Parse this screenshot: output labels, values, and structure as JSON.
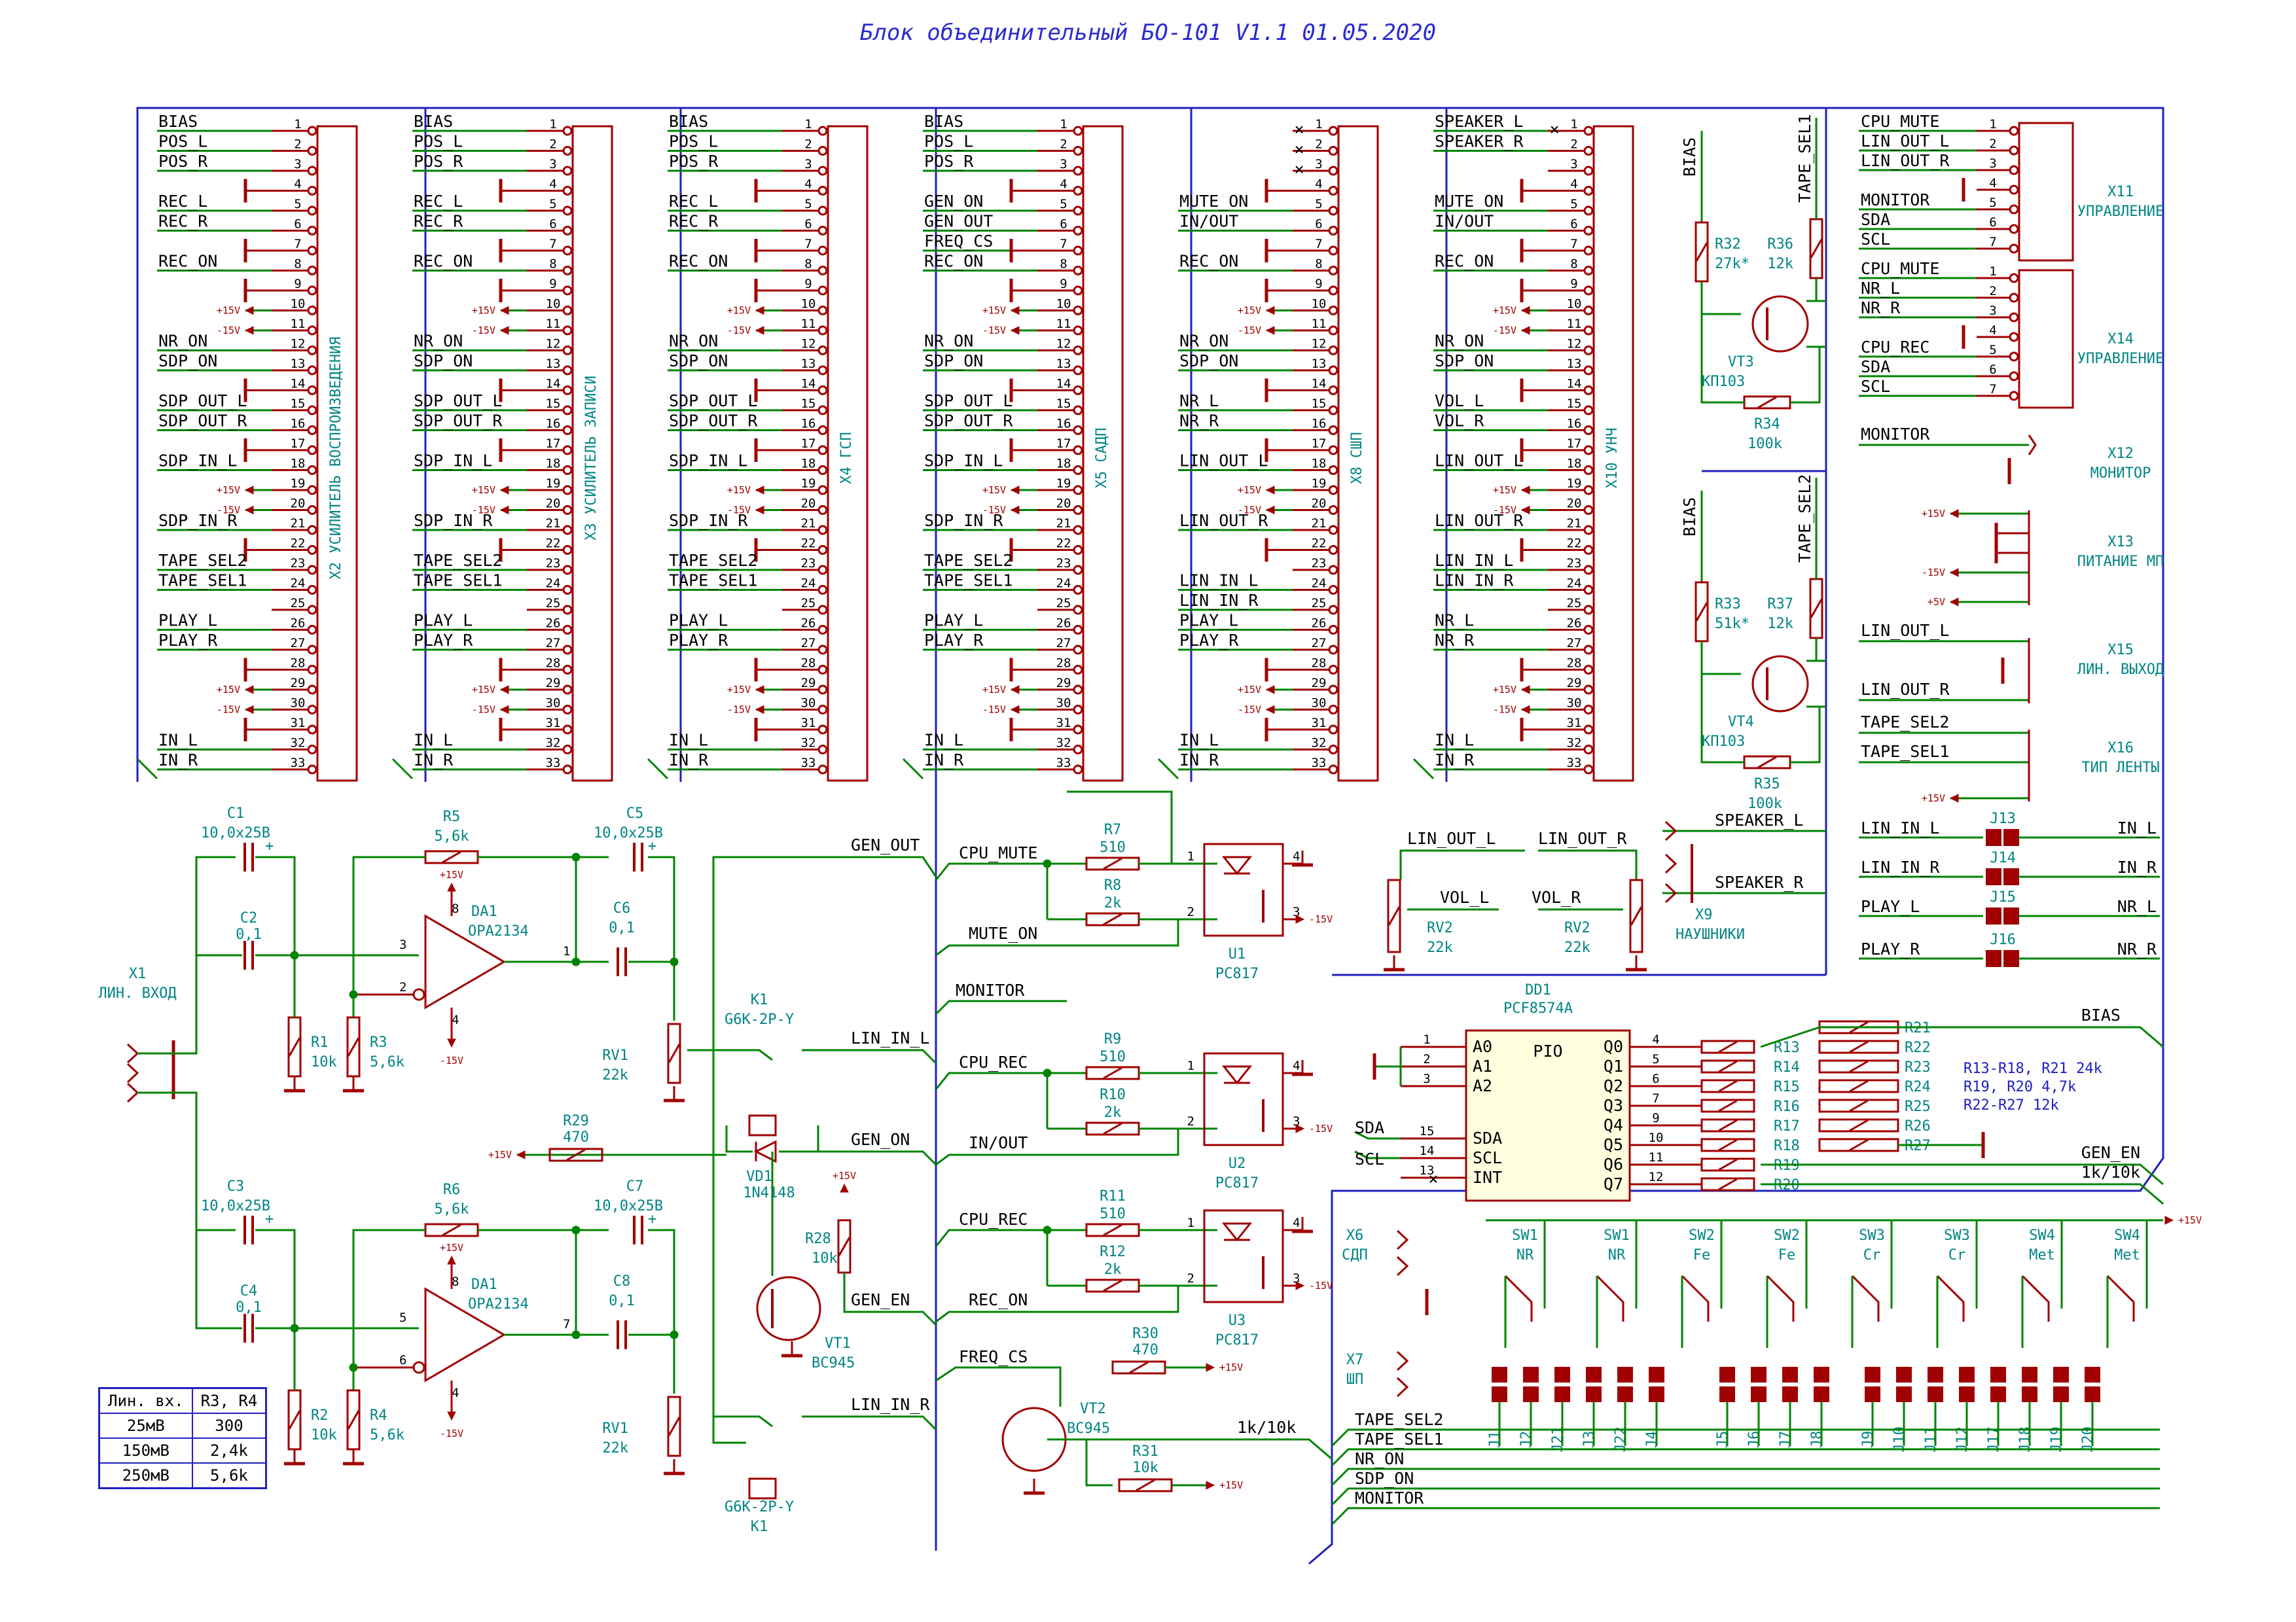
{
  "title": "Блок объединительный БО-101 V1.1 01.05.2020",
  "colors": {
    "wire": "#008400",
    "bus": "#2020c0",
    "part": "#a00000",
    "ref": "#008484",
    "text": "#000000"
  },
  "connectors": [
    {
      "ref": "X2",
      "name": "УСИЛИТЕЛЬ ВОСПРОИЗВЕДЕНИЯ",
      "pins": {
        "1": "BIAS",
        "2": "POS_L",
        "3": "POS_R",
        "5": "REC_L",
        "6": "REC_R",
        "8": "REC_ON",
        "12": "NR_ON",
        "13": "SDP_ON",
        "15": "SDP_OUT_L",
        "16": "SDP_OUT_R",
        "18": "SDP_IN_L",
        "21": "SDP_IN_R",
        "23": "TAPE_SEL2",
        "24": "TAPE_SEL1",
        "26": "PLAY_L",
        "27": "PLAY_R",
        "32": "IN_L",
        "33": "IN_R"
      }
    },
    {
      "ref": "X3",
      "name": "УСИЛИТЕЛЬ ЗАПИСИ",
      "pins": {
        "1": "BIAS",
        "2": "POS_L",
        "3": "POS_R",
        "5": "REC_L",
        "6": "REC_R",
        "8": "REC_ON",
        "12": "NR_ON",
        "13": "SDP_ON",
        "15": "SDP_OUT_L",
        "16": "SDP_OUT_R",
        "18": "SDP_IN_L",
        "21": "SDP_IN_R",
        "23": "TAPE_SEL2",
        "24": "TAPE_SEL1",
        "26": "PLAY_L",
        "27": "PLAY_R",
        "32": "IN_L",
        "33": "IN_R"
      }
    },
    {
      "ref": "X4",
      "name": "ГСП",
      "pins": {
        "1": "BIAS",
        "2": "POS_L",
        "3": "POS_R",
        "5": "REC_L",
        "6": "REC_R",
        "8": "REC_ON",
        "12": "NR_ON",
        "13": "SDP_ON",
        "15": "SDP_OUT_L",
        "16": "SDP_OUT_R",
        "18": "SDP_IN_L",
        "21": "SDP_IN_R",
        "23": "TAPE_SEL2",
        "24": "TAPE_SEL1",
        "26": "PLAY_L",
        "27": "PLAY_R",
        "32": "IN_L",
        "33": "IN_R"
      }
    },
    {
      "ref": "X5",
      "name": "САДП",
      "pins": {
        "1": "BIAS",
        "2": "POS_L",
        "3": "POS_R",
        "5": "GEN_ON",
        "6": "GEN_OUT",
        "7": "FREQ_CS",
        "8": "REC_ON",
        "12": "NR_ON",
        "13": "SDP_ON",
        "15": "SDP_OUT_L",
        "16": "SDP_OUT_R",
        "18": "SDP_IN_L",
        "21": "SDP_IN_R",
        "23": "TAPE_SEL2",
        "24": "TAPE_SEL1",
        "26": "PLAY_L",
        "27": "PLAY_R",
        "32": "IN_L",
        "33": "IN_R"
      }
    },
    {
      "ref": "X8",
      "name": "СШП",
      "pins": {
        "5": "MUTE_ON",
        "6": "IN/OUT",
        "8": "REC_ON",
        "12": "NR_ON",
        "13": "SDP_ON",
        "15": "NR_L",
        "16": "NR_R",
        "18": "LIN_OUT_L",
        "21": "LIN_OUT_R",
        "24": "LIN_IN_L",
        "25": "LIN_IN_R",
        "26": "PLAY_L",
        "27": "PLAY_R",
        "32": "IN_L",
        "33": "IN_R"
      }
    },
    {
      "ref": "X10",
      "name": "УНЧ",
      "pins": {
        "1": "SPEAKER_L",
        "2": "SPEAKER_R",
        "5": "MUTE_ON",
        "6": "IN/OUT",
        "8": "REC_ON",
        "12": "NR_ON",
        "13": "SDP_ON",
        "15": "VOL_L",
        "16": "VOL_R",
        "18": "LIN_OUT_L",
        "21": "LIN_OUT_R",
        "23": "LIN_IN_L",
        "24": "LIN_IN_R",
        "26": "NR_L",
        "27": "NR_R",
        "32": "IN_L",
        "33": "IN_R"
      }
    }
  ],
  "right_connectors": [
    {
      "ref": "X11",
      "name": "УПРАВЛЕНИЕ",
      "pins": [
        "CPU_MUTE",
        "LIN_OUT_L",
        "LIN_OUT_R",
        "",
        "MONITOR",
        "SDA",
        "SCL"
      ]
    },
    {
      "ref": "X14",
      "name": "УПРАВЛЕНИЕ",
      "pins": [
        "CPU_MUTE",
        "NR_L",
        "NR_R",
        "",
        "CPU_REC",
        "SDA",
        "SCL"
      ]
    },
    {
      "ref": "X12",
      "name": "МОНИТОР",
      "label": "MONITOR"
    },
    {
      "ref": "X13",
      "name": "ПИТАНИЕ МП"
    },
    {
      "ref": "X15",
      "name": "ЛИН. ВЫХОД",
      "labels": [
        "LIN_OUT_L",
        "LIN_OUT_R"
      ]
    },
    {
      "ref": "X16",
      "name": "ТИП ЛЕНТЫ",
      "labels": [
        "TAPE_SEL2",
        "TAPE_SEL1"
      ]
    }
  ],
  "power": {
    "p15": "+15V",
    "m15": "-15V",
    "p5": "+5V"
  },
  "jumpers": [
    {
      "ref": "J13",
      "left": "LIN_IN_L",
      "right": "IN_L"
    },
    {
      "ref": "J14",
      "left": "LIN_IN_R",
      "right": "IN_R"
    },
    {
      "ref": "J15",
      "left": "PLAY_L",
      "right": "NR_L"
    },
    {
      "ref": "J16",
      "left": "PLAY_R",
      "right": "NR_R"
    }
  ],
  "headphones": {
    "ref": "X9",
    "name": "НАУШНИКИ",
    "labels": [
      "SPEAKER_L",
      "SPEAKER_R"
    ]
  },
  "bias_section": [
    {
      "r1": "R32",
      "v1": "27k*",
      "r2": "R36",
      "v2": "12k",
      "vt": "VT3",
      "vtn": "КП103",
      "r3": "R34",
      "v3": "100k",
      "sig": "BIAS",
      "sel": "TAPE_SEL1"
    },
    {
      "r1": "R33",
      "v1": "51k*",
      "r2": "R37",
      "v2": "12k",
      "vt": "VT4",
      "vtn": "КП103",
      "r3": "R35",
      "v3": "100k",
      "sig": "BIAS",
      "sel": "TAPE_SEL2"
    }
  ],
  "volume": {
    "labels": [
      "LIN_OUT_L",
      "LIN_OUT_R",
      "VOL_L",
      "VOL_R"
    ],
    "rv": [
      {
        "ref": "RV2",
        "val": "22k"
      },
      {
        "ref": "RV2",
        "val": "22k"
      }
    ]
  },
  "input": {
    "x1": {
      "ref": "X1",
      "name": "ЛИН. ВХОД"
    },
    "parts": [
      {
        "ref": "C1",
        "val": "10,0x25В"
      },
      {
        "ref": "C2",
        "val": "0,1"
      },
      {
        "ref": "R5",
        "val": "5,6k"
      },
      {
        "ref": "C5",
        "val": "10,0x25В"
      },
      {
        "ref": "C6",
        "val": "0,1"
      },
      {
        "ref": "R1",
        "val": "10k"
      },
      {
        "ref": "R3",
        "val": "5,6k"
      },
      {
        "ref": "RV1",
        "val": "22k"
      },
      {
        "ref": "C3",
        "val": "10,0x25В"
      },
      {
        "ref": "C4",
        "val": "0,1"
      },
      {
        "ref": "R6",
        "val": "5,6k"
      },
      {
        "ref": "C7",
        "val": "10,0x25В"
      },
      {
        "ref": "C8",
        "val": "0,1"
      },
      {
        "ref": "R2",
        "val": "10k"
      },
      {
        "ref": "R4",
        "val": "5,6k"
      },
      {
        "ref": "RV1",
        "val": "22k"
      },
      {
        "ref": "R29",
        "val": "470"
      },
      {
        "ref": "R28",
        "val": "10k"
      }
    ],
    "opamp": {
      "ref": "DA1",
      "val": "OPA2134"
    },
    "relay": {
      "ref": "K1",
      "val": "G6K-2P-Y"
    },
    "diode": {
      "ref": "VD1",
      "val": "1N4148"
    },
    "transistor": {
      "ref": "VT1",
      "val": "BC945"
    },
    "signals": [
      "GEN_OUT",
      "LIN_IN_L",
      "GEN_ON",
      "GEN_EN",
      "LIN_IN_R"
    ]
  },
  "opto": [
    {
      "ref": "U1",
      "val": "PC817",
      "sig": "CPU_MUTE",
      "sig2": "MUTE_ON",
      "ra": "R7",
      "va": "510",
      "rb": "R8",
      "vb": "2k"
    },
    {
      "ref": "U2",
      "val": "PC817",
      "sig": "CPU_REC",
      "sig0": "MONITOR",
      "sig2": "IN/OUT",
      "ra": "R9",
      "va": "510",
      "rb": "R10",
      "vb": "2k"
    },
    {
      "ref": "U3",
      "val": "PC817",
      "sig": "CPU_REC",
      "sig2": "REC_ON",
      "ra": "R11",
      "va": "510",
      "rb": "R12",
      "vb": "2k"
    }
  ],
  "freq": {
    "sig": "FREQ_CS",
    "vt": "VT2",
    "vtn": "BC945",
    "r30": "R30",
    "v30": "470",
    "r31": "R31",
    "v31": "10k",
    "out": "1k/10k"
  },
  "expander": {
    "ref": "DD1",
    "val": "PCF8574A",
    "pio": "PIO",
    "left": [
      "A0",
      "A1",
      "A2",
      "SDA",
      "SCL",
      "INT"
    ],
    "left_no": [
      "1",
      "2",
      "3",
      "15",
      "14",
      "13"
    ],
    "right": [
      "Q0",
      "Q1",
      "Q2",
      "Q3",
      "Q4",
      "Q5",
      "Q6",
      "Q7"
    ],
    "right_no": [
      "4",
      "5",
      "6",
      "7",
      "9",
      "10",
      "11",
      "12"
    ],
    "r_left": [
      "R13",
      "R14",
      "R15",
      "R16",
      "R17",
      "R18",
      "R19",
      "R20"
    ],
    "r_right": [
      "R21",
      "R22",
      "R23",
      "R24",
      "R25",
      "R26",
      "R27"
    ],
    "outputs": [
      "BIAS",
      "GEN_EN",
      "1k/10k"
    ],
    "inputs": [
      "SDA",
      "SCL"
    ],
    "note": [
      "R13-R18, R21 24k",
      "R19, R20 4,7k",
      "R22-R27 12k"
    ]
  },
  "switches": {
    "x6": {
      "ref": "X6",
      "name": "СДП"
    },
    "x7": {
      "ref": "X7",
      "name": "ШП"
    },
    "sw": [
      {
        "ref": "SW1",
        "name": "NR"
      },
      {
        "ref": "SW1",
        "name": "NR"
      },
      {
        "ref": "SW2",
        "name": "Fe"
      },
      {
        "ref": "SW2",
        "name": "Fe"
      },
      {
        "ref": "SW3",
        "name": "Cr"
      },
      {
        "ref": "SW3",
        "name": "Cr"
      },
      {
        "ref": "SW4",
        "name": "Met"
      },
      {
        "ref": "SW4",
        "name": "Met"
      }
    ],
    "jumpers": [
      "J1",
      "J2",
      "J21",
      "J3",
      "J22",
      "J4",
      "J5",
      "J6",
      "J7",
      "J8",
      "J9",
      "J10",
      "J11",
      "J12",
      "J17",
      "J18",
      "J19",
      "J20"
    ],
    "bus": [
      "TAPE_SEL2",
      "TAPE_SEL1",
      "NR_ON",
      "SDP_ON",
      "MONITOR"
    ]
  },
  "table": {
    "header": [
      "Лин. вх.",
      "R3, R4"
    ],
    "rows": [
      [
        "25мВ",
        "300"
      ],
      [
        "150мВ",
        "2,4k"
      ],
      [
        "250мВ",
        "5,6k"
      ]
    ]
  }
}
